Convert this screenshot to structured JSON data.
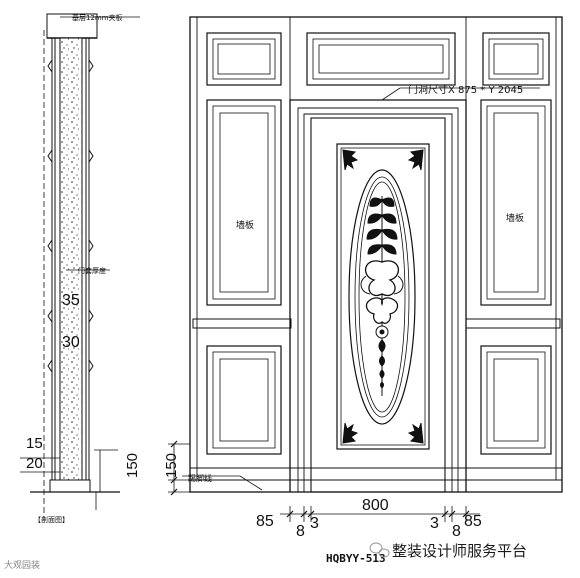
{
  "section": {
    "top_note": "基层12mm夹板",
    "door_cover_note": "门套厚度",
    "dim_15": "15",
    "dim_20": "20",
    "dim_150": "150",
    "dim_35": "35",
    "dim_30": "30",
    "caption": "【剖面图】"
  },
  "elevation": {
    "door_size_note": "门洞尺寸X 875 * Y 2045",
    "wall_panel_left": "墙板",
    "wall_panel_right": "墙板",
    "skirting_note": "踢脚线",
    "dim_150": "150",
    "dim_800": "800",
    "dim_85_left": "85",
    "dim_8_left": "8",
    "dim_3_left": "3",
    "dim_3_right": "3",
    "dim_8_right": "8",
    "dim_85_right": "85",
    "model_code": "HQBYY-513"
  },
  "watermark": {
    "left_text": "大观园装",
    "right_text": "整装设计师服务平台"
  }
}
